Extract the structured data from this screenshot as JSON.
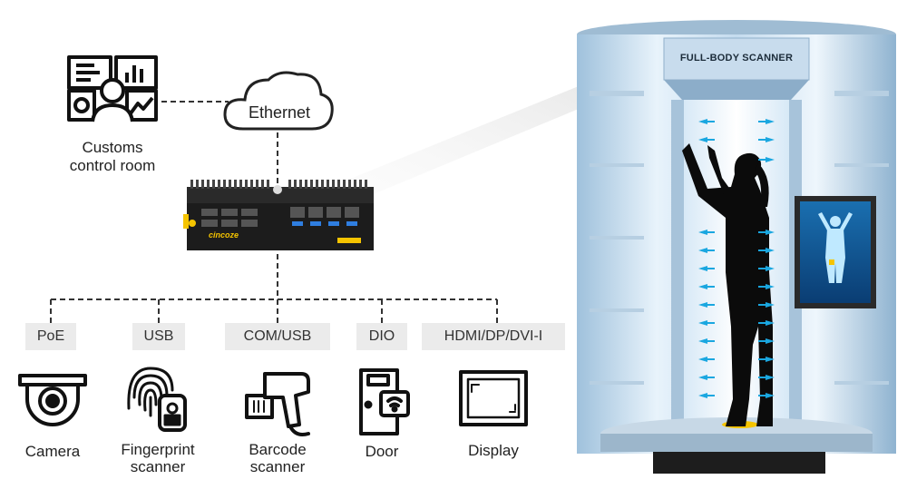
{
  "control_room": {
    "label_line1": "Customs",
    "label_line2": "control room"
  },
  "cloud": {
    "label": "Ethernet"
  },
  "computer": {
    "brand": "cincoze"
  },
  "interfaces": [
    {
      "label": "PoE"
    },
    {
      "label": "USB"
    },
    {
      "label": "COM/USB"
    },
    {
      "label": "DIO"
    },
    {
      "label": "HDMI/DP/DVI-I"
    }
  ],
  "devices": [
    {
      "line1": "Camera",
      "line2": "",
      "icon": "camera-icon"
    },
    {
      "line1": "Fingerprint",
      "line2": "scanner",
      "icon": "fingerprint-icon"
    },
    {
      "line1": "Barcode",
      "line2": "scanner",
      "icon": "barcode-scanner-icon"
    },
    {
      "line1": "Door",
      "line2": "",
      "icon": "door-icon"
    },
    {
      "line1": "Display",
      "line2": "",
      "icon": "display-icon"
    }
  ],
  "scanner": {
    "sign": "FULL-BODY SCANNER"
  },
  "colors": {
    "line": "#333333",
    "accent_yellow": "#f5c400",
    "scanner_blue": "#cfe3f3",
    "arrow_cyan": "#1aa7e0"
  }
}
